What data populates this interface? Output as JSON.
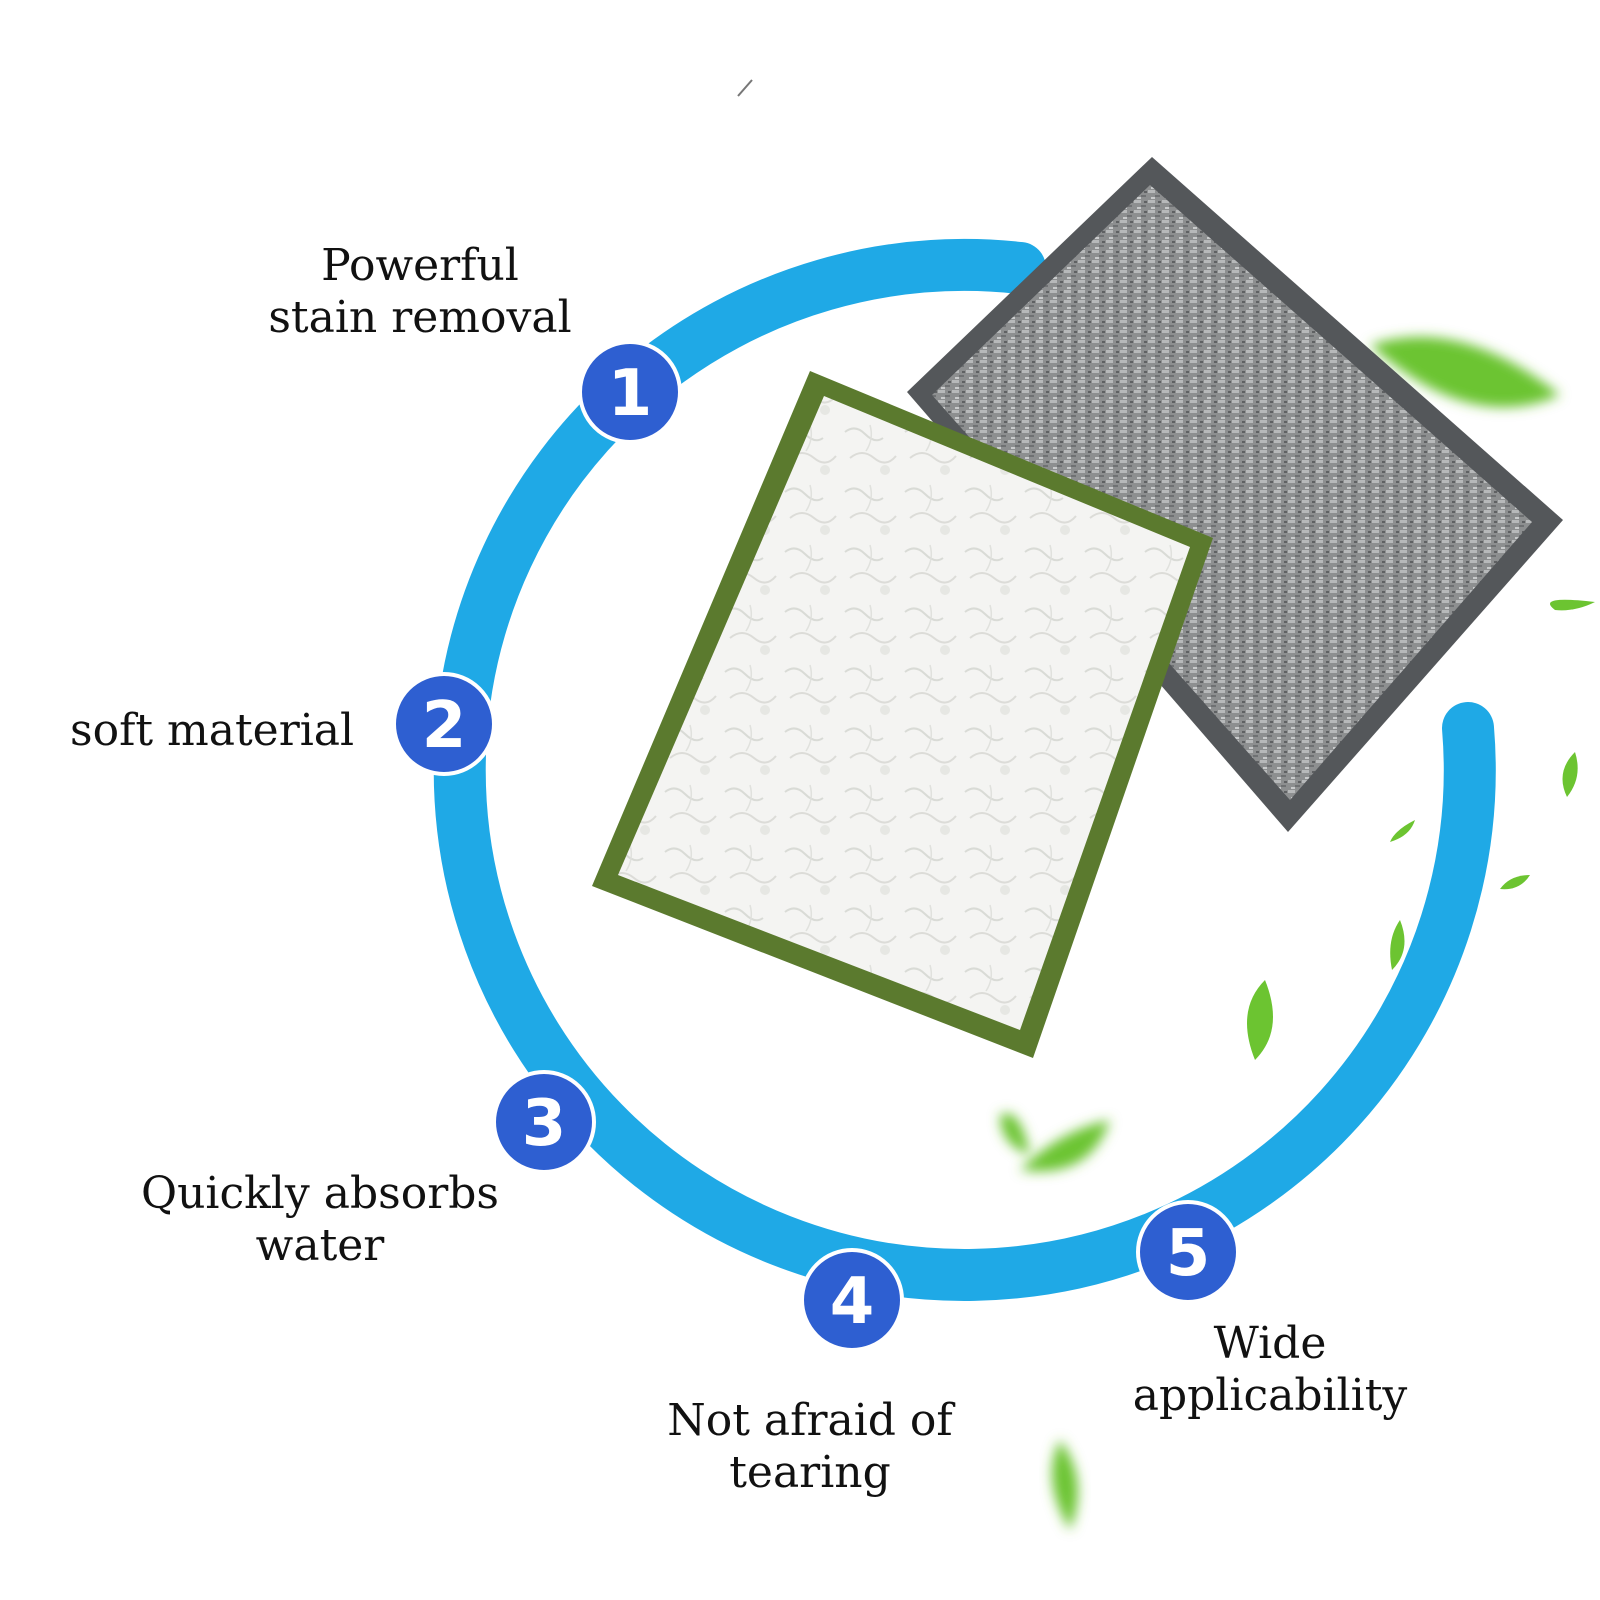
{
  "features": [
    {
      "number": "1",
      "lines": [
        "Powerful",
        "stain removal"
      ]
    },
    {
      "number": "2",
      "lines": [
        "soft material"
      ]
    },
    {
      "number": "3",
      "lines": [
        "Quickly absorbs",
        "water"
      ]
    },
    {
      "number": "4",
      "lines": [
        "Not afraid of",
        "tearing"
      ]
    },
    {
      "number": "5",
      "lines": [
        "Wide",
        "applicability"
      ]
    }
  ],
  "colors": {
    "ring": "#1fa9e6",
    "badge": "#2e5fd1",
    "badge_border": "#ffffff",
    "sponge_white_border": "#5b7a2e",
    "sponge_gray_border": "#55585b",
    "leaf": "#6cc431"
  },
  "images": {
    "sponge_front": "white-textured-scrub-sponge",
    "sponge_back": "gray-metallic-scrub-sponge",
    "decoration": "green-leaves"
  }
}
